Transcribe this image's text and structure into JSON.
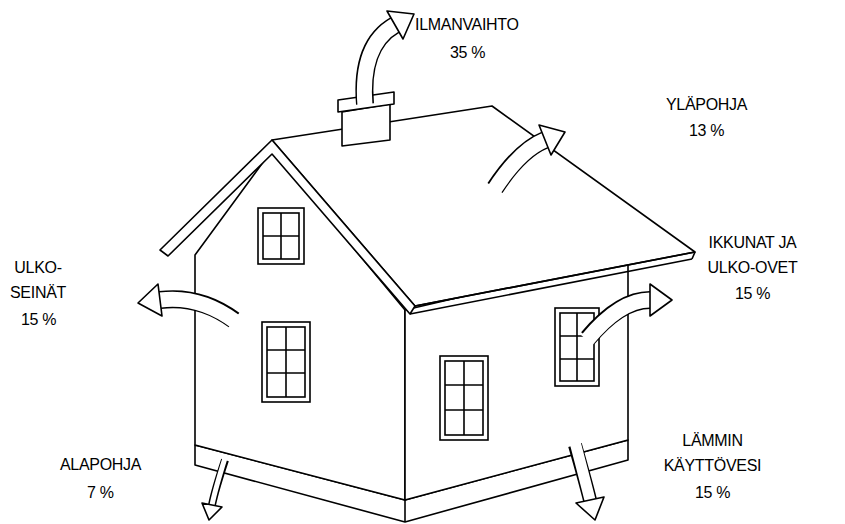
{
  "diagram": {
    "labels": [
      "ILMANVAIHTO",
      "35 %",
      "YLÄPOHJA",
      "13 %",
      "IKKUNAT JA ULKO-OVET",
      "15 %",
      "ULKO- SEINÄT",
      "15 %",
      "ALAPOHJA",
      "7 %",
      "LÄMMIN KÄYTTÖVESI",
      "15 %"
    ]
  }
}
